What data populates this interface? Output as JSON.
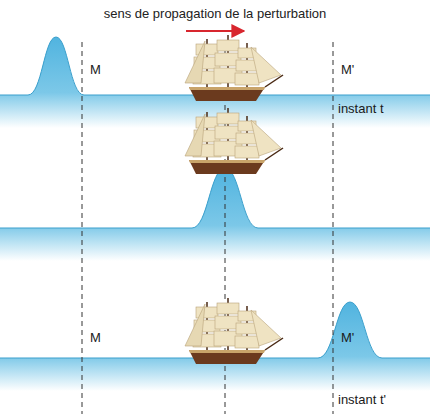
{
  "diagram": {
    "labels": [
      "sens de propagation de la perturbation",
      "M",
      "M'",
      "instant t",
      "M",
      "M'",
      "instant t'"
    ]
  }
}
